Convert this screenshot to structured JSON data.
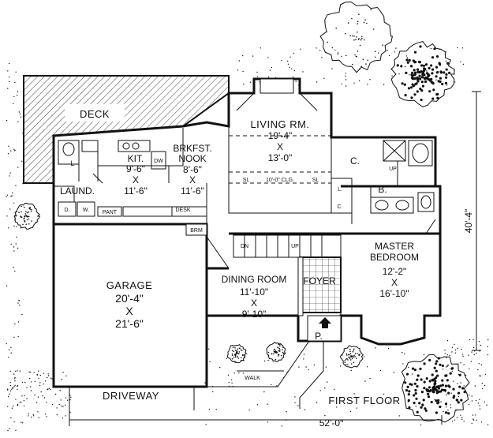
{
  "plan": {
    "title": "FIRST FLOOR",
    "rooms": {
      "deck": "DECK",
      "laundry_l": "L",
      "kitchen": {
        "name": "KIT.",
        "dim1": "9'-6\"",
        "x": "X",
        "dim2": "11'-6\""
      },
      "dw": "DW",
      "nook": {
        "name1": "BRKFST.",
        "name2": "NOOK",
        "dim1": "8'-6\"",
        "x": "X",
        "dim2": "11'-6\""
      },
      "living": {
        "name": "LIVING RM.",
        "dim1": "19'-4\"",
        "x": "X",
        "dim2": "13'-0\""
      },
      "ceiling_note": "10'-0\" CLG.",
      "sl_left": "SL",
      "sl_right": "SL",
      "laund": "LAUND.",
      "d": "D.",
      "w": "W.",
      "pant": "PANT",
      "desk": "DESK",
      "brm": "BRM",
      "garage": {
        "name": "GARAGE",
        "dim1": "20'-4\"",
        "x": "X",
        "dim2": "21'-6\""
      },
      "dining": {
        "name": "DINING ROOM",
        "dim1": "11'-10\"",
        "x": "X",
        "dim2": "9'-10\""
      },
      "dn": "DN",
      "up": "UP",
      "foyer": "FOYER",
      "porch": "P.",
      "closet_c1": "C.",
      "closet_l": "L.",
      "closet_c2": "C.",
      "bath": "B.",
      "up_small": "UP",
      "master": {
        "name1": "MASTER",
        "name2": "BEDROOM",
        "dim1": "12'-2\"",
        "x": "X",
        "dim2": "16'-10\""
      },
      "driveway": "DRIVEWAY",
      "walk": "WALK"
    },
    "overall_width": "52'-0\"",
    "overall_depth": "40'-4\""
  }
}
